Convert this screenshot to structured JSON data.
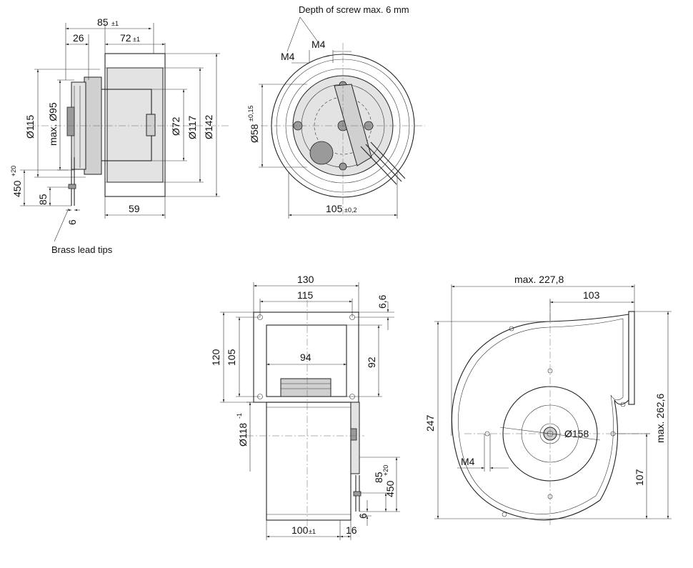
{
  "views": {
    "motor_side": {
      "top_dims": {
        "d85": "85",
        "d85_tol": "±1",
        "d26": "26",
        "d72": "72",
        "d72_tol": "±1"
      },
      "left_dims": {
        "d115": "Ø115",
        "d95": "max. Ø95",
        "d450": "450",
        "d450_tol": "+20",
        "d85": "85",
        "d6": "6"
      },
      "right_dims": {
        "d72": "Ø72",
        "d117": "Ø117",
        "d142": "Ø142"
      },
      "bottom_dims": {
        "d59": "59"
      },
      "note_brass": "Brass lead tips"
    },
    "motor_front": {
      "note_depth": "Depth of screw max. 6 mm",
      "m4_left": "M4",
      "m4_right": "M4",
      "d58": "Ø58",
      "d58_tol": "±0,15",
      "d105": "105",
      "d105_tol": "±0,2"
    },
    "blower_front": {
      "d130": "130",
      "d115": "115",
      "d6_6": "6,6",
      "d120": "120",
      "d105": "105",
      "d94": "94",
      "d92": "92",
      "d118": "Ø118",
      "d118_tol": "-1",
      "d85": "85",
      "d450": "450",
      "d450_tol": "+20",
      "d6": "6",
      "d100": "100",
      "d100_tol": "±1",
      "d16": "16"
    },
    "blower_side": {
      "d227": "max. 227,8",
      "d103": "103",
      "d247": "247",
      "d262": "max. 262,6",
      "d158": "Ø158",
      "m4": "M4",
      "d107": "107"
    }
  }
}
